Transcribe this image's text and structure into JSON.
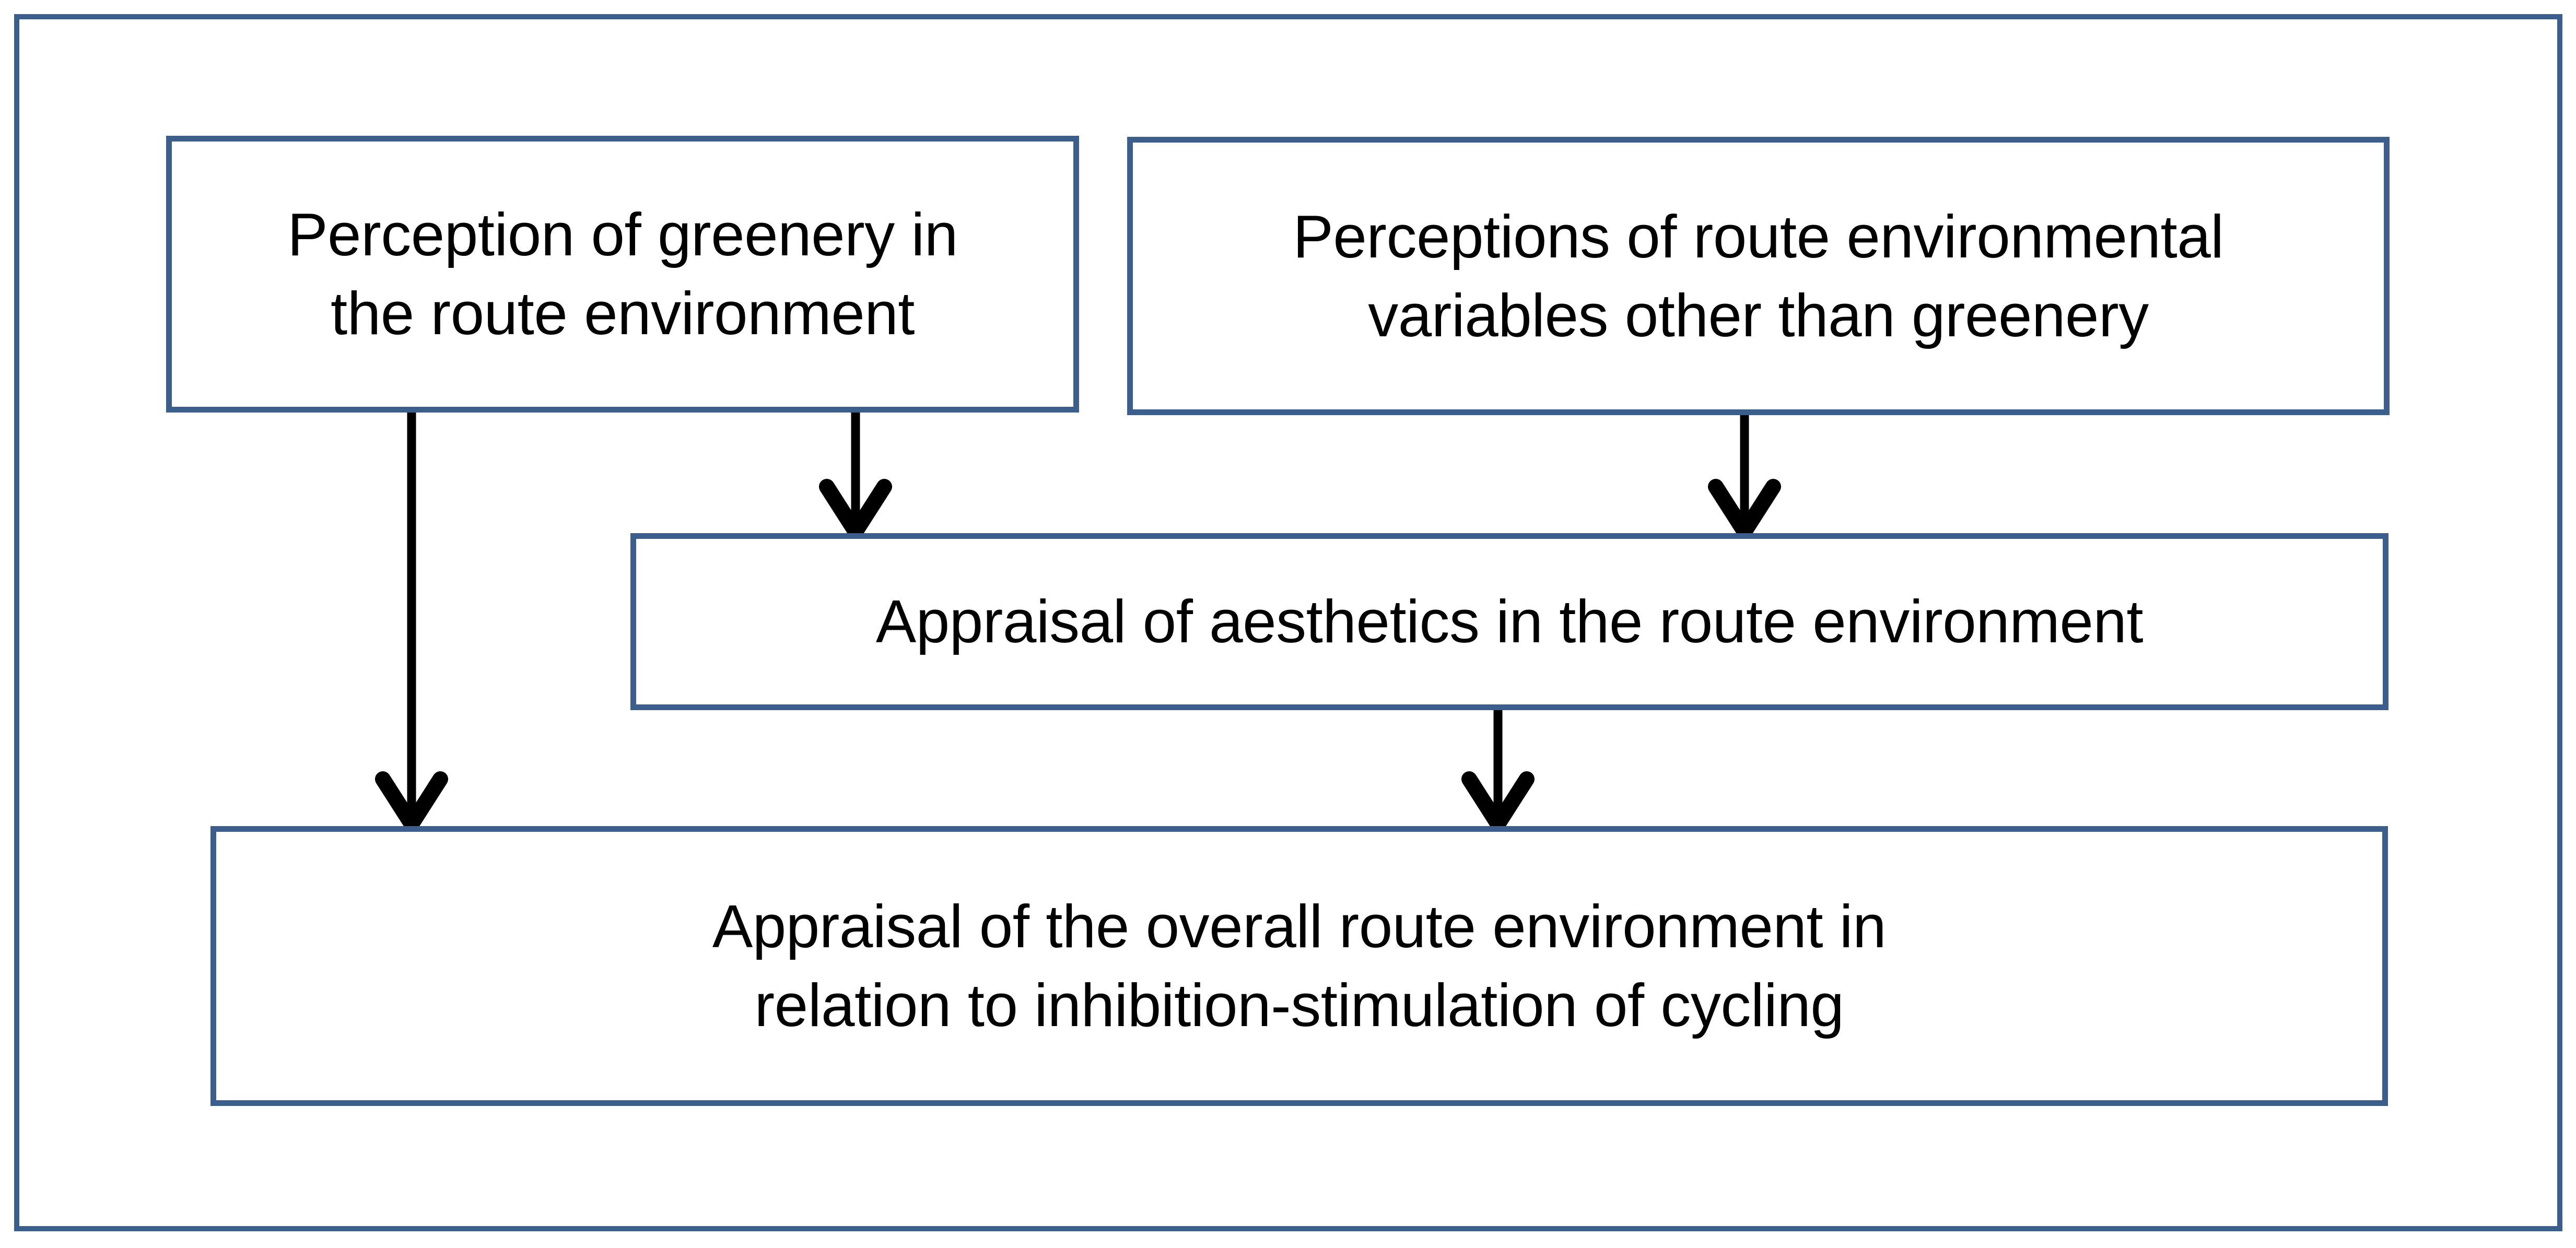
{
  "figure": {
    "type": "flow-diagram",
    "frame_color": "#3B5E8C",
    "box_border_color": "#3B5E8C",
    "box_fill_color": "#FFFFFF",
    "arrow_color": "#000000",
    "background_color": "#FFFFFF"
  },
  "nodes": {
    "greenery": {
      "label": "Perception of greenery in\nthe route environment"
    },
    "other_vars": {
      "label": "Perceptions of route environmental\nvariables other than greenery"
    },
    "aesthetics": {
      "label": "Appraisal of aesthetics in the route environment"
    },
    "overall": {
      "label": "Appraisal of the overall route environment in\nrelation to inhibition-stimulation of cycling"
    }
  },
  "edges": [
    {
      "id": "greenery-to-overall",
      "from": "greenery",
      "to": "overall",
      "style": "straight-down-arrow"
    },
    {
      "id": "greenery-to-aesthetics",
      "from": "greenery",
      "to": "aesthetics",
      "style": "straight-down-arrow"
    },
    {
      "id": "othervars-to-aesthetics",
      "from": "other_vars",
      "to": "aesthetics",
      "style": "straight-down-arrow"
    },
    {
      "id": "aesthetics-to-overall",
      "from": "aesthetics",
      "to": "overall",
      "style": "straight-down-arrow"
    }
  ]
}
